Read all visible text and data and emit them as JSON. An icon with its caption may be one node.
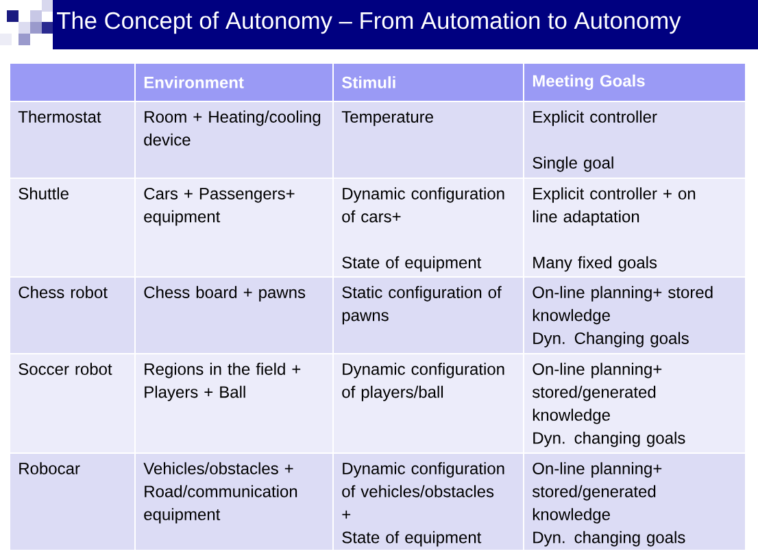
{
  "diagram": {
    "title": "The Concept of Autonomy – From Automation to Autonomy",
    "labels": [
      "Environment",
      "Stimuli",
      "Meeting Goals",
      "Thermostat",
      "Room + Heating/cooling device",
      "Temperature",
      "Explicit controller",
      "Single goal",
      "Shuttle",
      "Cars + Passengers+ equipment",
      "Dynamic configuration of cars+",
      "State of equipment",
      "Explicit controller + on line adaptation",
      "Many fixed goals",
      "Chess robot",
      "Chess board + pawns",
      "Static configuration of pawns",
      "On-line planning+ stored knowledge",
      "Dyn. Changing goals",
      "Soccer robot",
      "Regions in the field + Players + Ball",
      "Dynamic configuration of players/ball",
      "On-line planning+ stored/generated knowledge",
      "Dyn. changing goals",
      "Robocar",
      "Vehicles/obstacles + Road/communication equipment",
      "Dynamic configuration of vehicles/obstacles +",
      "State of equipment",
      "On-line planning+ stored/generated knowledge",
      "Dyn. changing goals"
    ]
  }
}
